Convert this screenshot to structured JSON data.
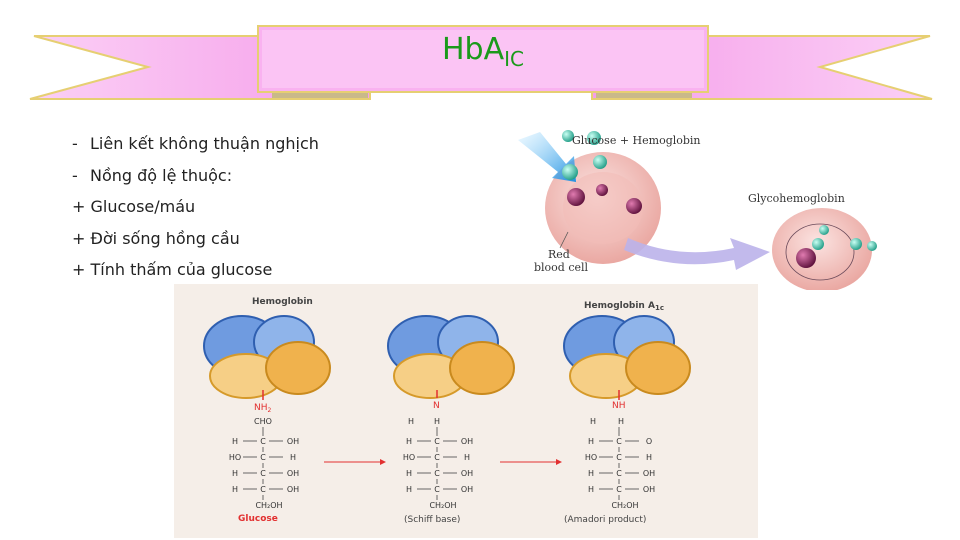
{
  "title": {
    "main": "HbA",
    "subscript": "IC"
  },
  "bullets": [
    {
      "marker": "-",
      "text": "Liên kết không thuận nghịch"
    },
    {
      "marker": "-",
      "text": "Nồng độ lệ thuộc:"
    },
    {
      "marker": "",
      "text": "+ Glucose/máu"
    },
    {
      "marker": "",
      "text": "+ Đời sống hồng cầu"
    },
    {
      "marker": "",
      "text": "+ Tính thấm của glucose"
    }
  ],
  "top_diagram": {
    "reaction_label": "Glucose + Hemoglobin",
    "product_label": "Glycohemoglobin",
    "cell_label_line1": "Red",
    "cell_label_line2": "blood cell"
  },
  "bottom_diagram": {
    "hemoglobin_label": "Hemoglobin",
    "hba1c_label": "Hemoglobin A",
    "hba1c_sub": "1c",
    "nh2": "NH",
    "nh2_sub": "2",
    "n": "N",
    "nh": "NH",
    "glucose_label": "Glucose",
    "schiff_label": "(Schiff base)",
    "amadori_label": "(Amadori product)",
    "col1": {
      "top": "CHO",
      "rows": [
        [
          "H",
          "OH"
        ],
        [
          "HO",
          "H"
        ],
        [
          "H",
          "OH"
        ],
        [
          "H",
          "OH"
        ]
      ],
      "bottom": "CH₂OH"
    },
    "col2": {
      "top": "H",
      "rows": [
        [
          "H",
          "OH"
        ],
        [
          "HO",
          "H"
        ],
        [
          "H",
          "OH"
        ],
        [
          "H",
          "OH"
        ]
      ],
      "bottom": "CH₂OH"
    },
    "col3": {
      "top": "H",
      "second": "O",
      "rows": [
        [
          "H",
          "H"
        ],
        [
          "HO",
          "H"
        ],
        [
          "H",
          "OH"
        ],
        [
          "H",
          "OH"
        ]
      ],
      "bottom": "CH₂OH"
    }
  },
  "colors": {
    "banner_pink": "#f7a6ef",
    "banner_gold": "#e8d27a",
    "title_green": "#1a9a1a",
    "cell_pink": "#efb3ae",
    "sphere_teal": "#39c8b0",
    "sphere_purple": "#8a1f5c",
    "arrow_blue": "#3ba7e8",
    "arrow_violet": "#b8b0e8",
    "protein_blue": "#5f93d9",
    "protein_orange": "#f0b24d",
    "reaction_red": "#e23030"
  }
}
